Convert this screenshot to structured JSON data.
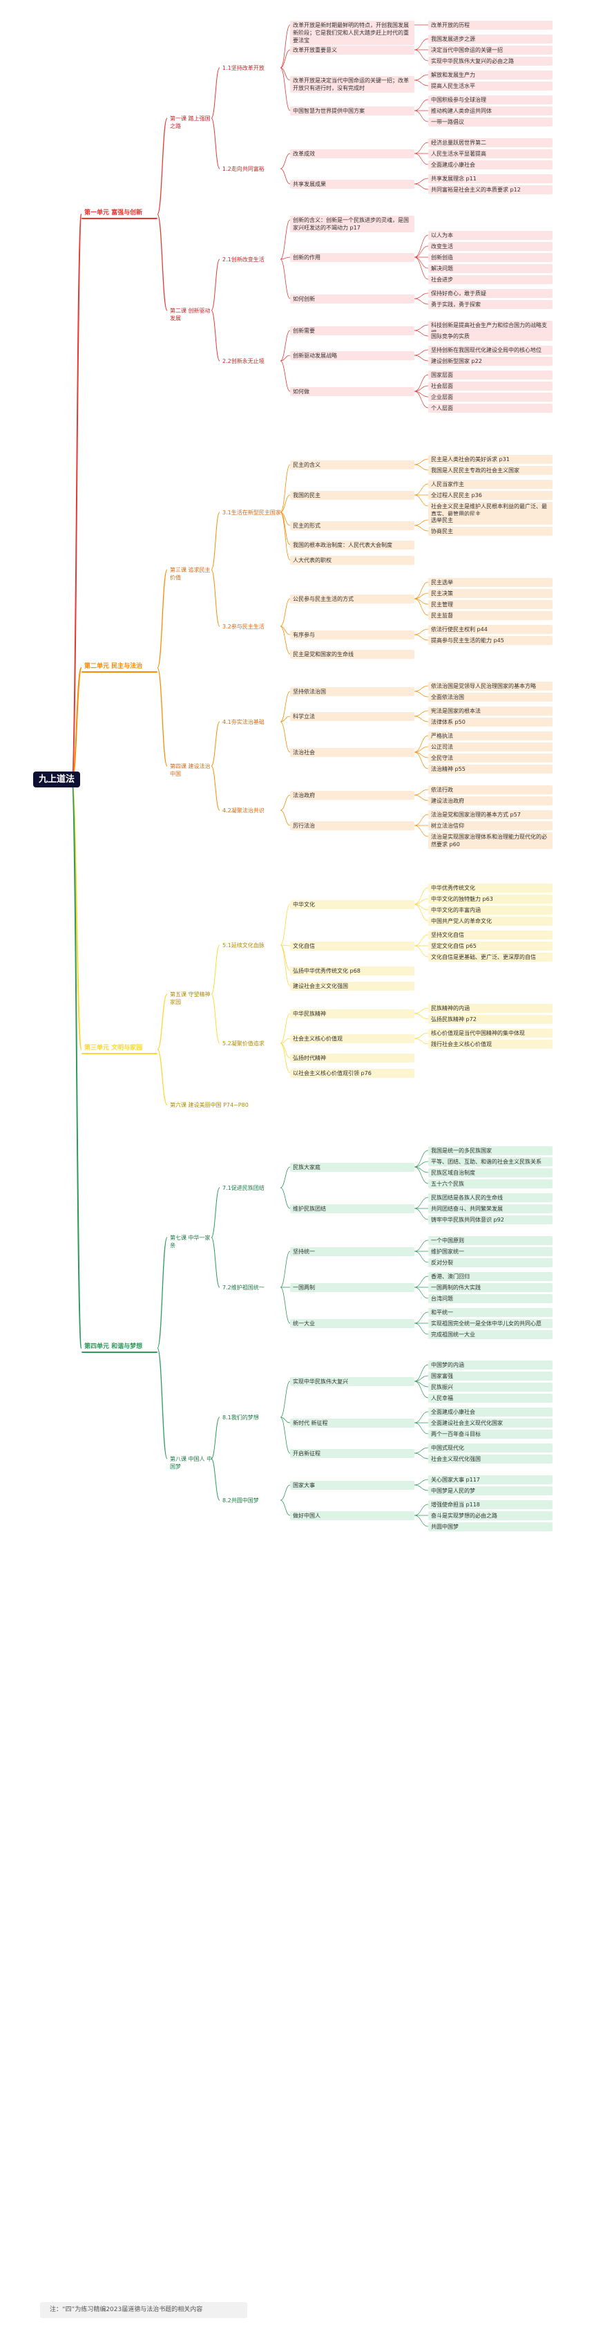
{
  "title": "九上道法",
  "footnote": "注：“四”为练习精编2023届道德与法治书题的相关内容",
  "colors": {
    "red": "#e53935",
    "orange": "#fb8c00",
    "yellow": "#fdd835",
    "green": "#2e9a5c",
    "root": "#0d1033"
  },
  "units": [
    {
      "label": "第一单元 富强与创新",
      "color": "red",
      "lessons": [
        {
          "label": "第一课 踏上强国之路",
          "sections": [
            {
              "label": "1.1坚持改革开放",
              "items": [
                {
                  "t": "改革开放是新时期最鲜明的特点，开创我国发展新阶段；它是我们党和人民大踏步赶上时代的重要法宝",
                  "children": [
                    {
                      "t": "改革开放的历程"
                    }
                  ]
                },
                {
                  "t": "改革开放重要意义",
                  "children": [
                    {
                      "t": "我国发展进步之源"
                    },
                    {
                      "t": "决定当代中国命运的关键一招"
                    },
                    {
                      "t": "实现中华民族伟大复兴的必由之路"
                    }
                  ]
                },
                {
                  "t": "改革开放是决定当代中国命运的关键一招；改革开放只有进行时，没有完成时",
                  "children": [
                    {
                      "t": "解放和发展生产力"
                    },
                    {
                      "t": "提高人民生活水平"
                    }
                  ]
                },
                {
                  "t": "中国智慧为世界提供中国方案",
                  "children": [
                    {
                      "t": "中国积极参与全球治理"
                    },
                    {
                      "t": "推动构建人类命运共同体"
                    },
                    {
                      "t": "一带一路倡议"
                    }
                  ]
                }
              ]
            },
            {
              "label": "1.2走向共同富裕",
              "items": [
                {
                  "t": "改革成效",
                  "children": [
                    {
                      "t": "经济总量跃居世界第二"
                    },
                    {
                      "t": "人民生活水平显著提高"
                    },
                    {
                      "t": "全面建成小康社会"
                    }
                  ]
                },
                {
                  "t": "共享发展成果",
                  "children": [
                    {
                      "t": "共享发展理念 p11"
                    },
                    {
                      "t": "共同富裕是社会主义的本质要求 p12"
                    }
                  ]
                }
              ]
            }
          ]
        },
        {
          "label": "第二课 创新驱动发展",
          "sections": [
            {
              "label": "2.1创新改变生活",
              "items": [
                {
                  "t": "创新的含义：创新是一个民族进步的灵魂，是国家兴旺发达的不竭动力 p17"
                },
                {
                  "t": "创新的作用",
                  "children": [
                    {
                      "t": "以人为本"
                    },
                    {
                      "t": "改变生活"
                    },
                    {
                      "t": "创新创造"
                    },
                    {
                      "t": "解决问题"
                    },
                    {
                      "t": "社会进步"
                    }
                  ]
                },
                {
                  "t": "如何创新",
                  "children": [
                    {
                      "t": "保持好奇心，敢于质疑"
                    },
                    {
                      "t": "勇于实践，勇于探索"
                    }
                  ]
                }
              ]
            },
            {
              "label": "2.2创新永无止境",
              "items": [
                {
                  "t": "创新需要",
                  "children": [
                    {
                      "t": "科技创新是提高社会生产力和综合国力的战略支撑"
                    },
                    {
                      "t": "国际竞争的实质"
                    }
                  ]
                },
                {
                  "t": "创新驱动发展战略",
                  "children": [
                    {
                      "t": "坚持创新在我国现代化建设全局中的核心地位"
                    },
                    {
                      "t": "建设创新型国家 p22"
                    }
                  ]
                },
                {
                  "t": "如何做",
                  "children": [
                    {
                      "t": "国家层面"
                    },
                    {
                      "t": "社会层面"
                    },
                    {
                      "t": "企业层面"
                    },
                    {
                      "t": "个人层面"
                    }
                  ]
                }
              ]
            }
          ]
        }
      ]
    },
    {
      "label": "第二单元 民主与法治",
      "color": "orange",
      "lessons": [
        {
          "label": "第三课 追求民主价值",
          "sections": [
            {
              "label": "3.1生活在新型民主国家",
              "items": [
                {
                  "t": "民主的含义",
                  "children": [
                    {
                      "t": "民主是人类社会的美好诉求 p31"
                    },
                    {
                      "t": "我国是人民民主专政的社会主义国家"
                    }
                  ]
                },
                {
                  "t": "我国的民主",
                  "children": [
                    {
                      "t": "人民当家作主"
                    },
                    {
                      "t": "全过程人民民主 p36"
                    },
                    {
                      "t": "社会主义民主是维护人民根本利益的最广泛、最真实、最管用的民主"
                    }
                  ]
                },
                {
                  "t": "民主的形式",
                  "children": [
                    {
                      "t": "选举民主"
                    },
                    {
                      "t": "协商民主"
                    }
                  ]
                },
                {
                  "t": "我国的根本政治制度：人民代表大会制度"
                },
                {
                  "t": "人大代表的职权"
                }
              ]
            },
            {
              "label": "3.2参与民主生活",
              "items": [
                {
                  "t": "公民参与民主生活的方式",
                  "children": [
                    {
                      "t": "民主选举"
                    },
                    {
                      "t": "民主决策"
                    },
                    {
                      "t": "民主管理"
                    },
                    {
                      "t": "民主监督"
                    }
                  ]
                },
                {
                  "t": "有序参与",
                  "children": [
                    {
                      "t": "依法行使民主权利 p44"
                    },
                    {
                      "t": "提高参与民主生活的能力 p45"
                    }
                  ]
                },
                {
                  "t": "民主是党和国家的生命线"
                }
              ]
            }
          ]
        },
        {
          "label": "第四课 建设法治中国",
          "sections": [
            {
              "label": "4.1夯实法治基础",
              "items": [
                {
                  "t": "坚持依法治国",
                  "children": [
                    {
                      "t": "依法治国是党领导人民治理国家的基本方略"
                    },
                    {
                      "t": "全面依法治国"
                    }
                  ]
                },
                {
                  "t": "科学立法",
                  "children": [
                    {
                      "t": "宪法是国家的根本法"
                    },
                    {
                      "t": "法律体系 p50"
                    }
                  ]
                },
                {
                  "t": "法治社会",
                  "children": [
                    {
                      "t": "严格执法"
                    },
                    {
                      "t": "公正司法"
                    },
                    {
                      "t": "全民守法"
                    },
                    {
                      "t": "法治精神 p55"
                    }
                  ]
                }
              ]
            },
            {
              "label": "4.2凝聚法治共识",
              "items": [
                {
                  "t": "法治政府",
                  "children": [
                    {
                      "t": "依法行政"
                    },
                    {
                      "t": "建设法治政府"
                    }
                  ]
                },
                {
                  "t": "厉行法治",
                  "children": [
                    {
                      "t": "法治是党和国家治理的基本方式 p57"
                    },
                    {
                      "t": "树立法治信仰"
                    },
                    {
                      "t": "法治是实现国家治理体系和治理能力现代化的必然要求 p60"
                    }
                  ]
                }
              ]
            }
          ]
        }
      ]
    },
    {
      "label": "第三单元 文明与家园",
      "color": "yellow",
      "lessons": [
        {
          "label": "第五课 守望精神家园",
          "sections": [
            {
              "label": "5.1延续文化血脉",
              "items": [
                {
                  "t": "中华文化",
                  "children": [
                    {
                      "t": "中华优秀传统文化"
                    },
                    {
                      "t": "中华文化的独特魅力 p63"
                    },
                    {
                      "t": "中华文化的丰富内涵"
                    },
                    {
                      "t": "中国共产党人的革命文化"
                    }
                  ]
                },
                {
                  "t": "文化自信",
                  "children": [
                    {
                      "t": "坚持文化自信"
                    },
                    {
                      "t": "坚定文化自信 p65"
                    },
                    {
                      "t": "文化自信是更基础、更广泛、更深厚的自信"
                    }
                  ]
                },
                {
                  "t": "弘扬中华优秀传统文化 p68"
                },
                {
                  "t": "建设社会主义文化强国"
                }
              ]
            },
            {
              "label": "5.2凝聚价值追求",
              "items": [
                {
                  "t": "中华民族精神",
                  "children": [
                    {
                      "t": "民族精神的内涵"
                    },
                    {
                      "t": "弘扬民族精神 p72"
                    }
                  ]
                },
                {
                  "t": "社会主义核心价值观",
                  "children": [
                    {
                      "t": "核心价值观是当代中国精神的集中体现"
                    },
                    {
                      "t": "践行社会主义核心价值观"
                    }
                  ]
                },
                {
                  "t": "弘扬时代精神"
                },
                {
                  "t": "以社会主义核心价值观引领 p76"
                }
              ]
            }
          ]
        },
        {
          "label": "第六课 建设美丽中国 P74~P80",
          "sections": []
        }
      ]
    },
    {
      "label": "第四单元 和谐与梦想",
      "color": "green",
      "lessons": [
        {
          "label": "第七课 中华一家亲",
          "sections": [
            {
              "label": "7.1促进民族团结",
              "items": [
                {
                  "t": "民族大家庭",
                  "children": [
                    {
                      "t": "我国是统一的多民族国家"
                    },
                    {
                      "t": "平等、团结、互助、和谐的社会主义民族关系"
                    },
                    {
                      "t": "民族区域自治制度"
                    },
                    {
                      "t": "五十六个民族"
                    }
                  ]
                },
                {
                  "t": "维护民族团结",
                  "children": [
                    {
                      "t": "民族团结是各族人民的生命线"
                    },
                    {
                      "t": "共同团结奋斗、共同繁荣发展"
                    },
                    {
                      "t": "铸牢中华民族共同体意识 p92"
                    }
                  ]
                }
              ]
            },
            {
              "label": "7.2维护祖国统一",
              "items": [
                {
                  "t": "坚持统一",
                  "children": [
                    {
                      "t": "一个中国原则"
                    },
                    {
                      "t": "维护国家统一"
                    },
                    {
                      "t": "反对分裂"
                    }
                  ]
                },
                {
                  "t": "一国两制",
                  "children": [
                    {
                      "t": "香港、澳门回归"
                    },
                    {
                      "t": "一国两制的伟大实践"
                    },
                    {
                      "t": "台湾问题"
                    }
                  ]
                },
                {
                  "t": "统一大业",
                  "children": [
                    {
                      "t": "和平统一"
                    },
                    {
                      "t": "实现祖国完全统一是全体中华儿女的共同心愿"
                    },
                    {
                      "t": "完成祖国统一大业"
                    }
                  ]
                }
              ]
            }
          ]
        },
        {
          "label": "第八课 中国人 中国梦",
          "sections": [
            {
              "label": "8.1我们的梦想",
              "items": [
                {
                  "t": "实现中华民族伟大复兴",
                  "children": [
                    {
                      "t": "中国梦的内涵"
                    },
                    {
                      "t": "国家富强"
                    },
                    {
                      "t": "民族振兴"
                    },
                    {
                      "t": "人民幸福"
                    }
                  ]
                },
                {
                  "t": "新时代 新征程",
                  "children": [
                    {
                      "t": "全面建成小康社会"
                    },
                    {
                      "t": "全面建设社会主义现代化国家"
                    },
                    {
                      "t": "两个一百年奋斗目标"
                    }
                  ]
                },
                {
                  "t": "开启新征程",
                  "children": [
                    {
                      "t": "中国式现代化"
                    },
                    {
                      "t": "社会主义现代化强国"
                    }
                  ]
                }
              ]
            },
            {
              "label": "8.2共圆中国梦",
              "items": [
                {
                  "t": "国家大事",
                  "children": [
                    {
                      "t": "关心国家大事 p117"
                    },
                    {
                      "t": "中国梦是人民的梦"
                    }
                  ]
                },
                {
                  "t": "做好中国人",
                  "children": [
                    {
                      "t": "增强使命担当 p118"
                    },
                    {
                      "t": "奋斗是实现梦想的必由之路"
                    },
                    {
                      "t": "共圆中国梦"
                    }
                  ]
                }
              ]
            }
          ]
        }
      ]
    }
  ]
}
